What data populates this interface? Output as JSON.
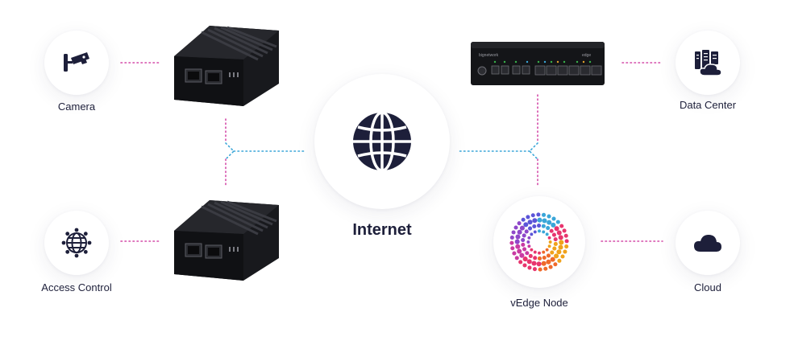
{
  "nodes": {
    "camera": {
      "label": "Camera",
      "icon": "cctv-camera-icon"
    },
    "access_control": {
      "label": "Access Control",
      "icon": "network-globe-icon"
    },
    "internet": {
      "label": "Internet",
      "icon": "globe-icon"
    },
    "data_center": {
      "label": "Data Center",
      "icon": "server-cloud-icon"
    },
    "vedge": {
      "label": "vEdge Node",
      "icon": "vedge-logo-icon"
    },
    "cloud": {
      "label": "Cloud",
      "icon": "cloud-icon"
    }
  },
  "devices": {
    "gateway_top": {
      "icon": "mini-gateway-device"
    },
    "gateway_bottom": {
      "icon": "mini-gateway-device"
    },
    "edge_router": {
      "icon": "rack-router-device",
      "brand_text": "bignetwork",
      "model_text": "edge"
    }
  },
  "colors": {
    "text": "#1d1f3a",
    "icon": "#1d1f3a",
    "pink_dots": "#d44aa8",
    "blue_dots": "#3aa6d8"
  }
}
